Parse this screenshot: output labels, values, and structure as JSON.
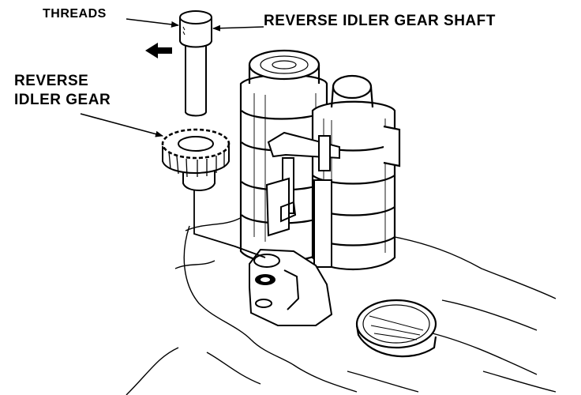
{
  "labels": {
    "threads": "THREADS",
    "reverse_idler_gear_shaft": "REVERSE IDLER GEAR SHAFT",
    "reverse_idler_gear_line1": "REVERSE",
    "reverse_idler_gear_line2": "IDLER GEAR"
  },
  "colors": {
    "ink": "#000000",
    "paper": "#ffffff"
  },
  "icons": {
    "direction_arrow": "bold-left-arrow-icon"
  }
}
